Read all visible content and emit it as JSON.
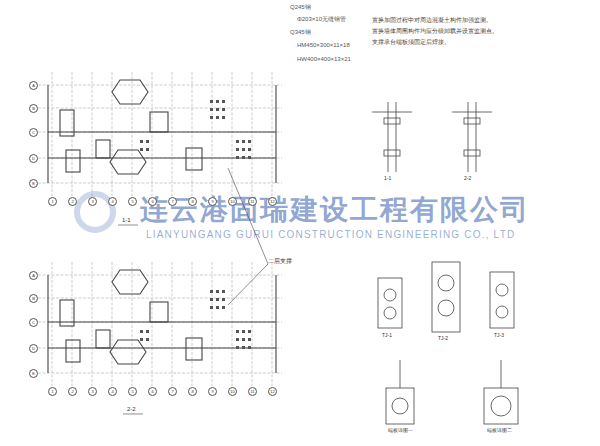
{
  "diagram": {
    "labels": [
      "Q245钢",
      "Φ203×10无缝钢管",
      "Q345钢",
      "HM450×300×11×18",
      "HW400×400×13×21",
      "置换加固过程中对周边混凝土构件加强监测。",
      "置换墙体周围构件均应分级卸载并设置监测点。",
      "支撑承台端板须固定后焊接。",
      "连云港固瑞建设工程有限公司",
      "LIANYUNGANG GURUI CONSTRUCTION ENGINEERING CO., LTD",
      "1-1",
      "2-2",
      "二层支撑",
      "1-1",
      "2-2",
      "TJ-1",
      "TJ-2",
      "TJ-3",
      "端板详图一",
      "端板详图二",
      "1",
      "2",
      "3",
      "4",
      "5",
      "6",
      "7",
      "8",
      "9",
      "10",
      "11",
      "12",
      "1",
      "2",
      "3",
      "4",
      "5",
      "6",
      "7",
      "8",
      "9",
      "10",
      "11",
      "12",
      "A",
      "B",
      "C",
      "D",
      "E",
      "A",
      "B",
      "C",
      "D",
      "E"
    ]
  }
}
